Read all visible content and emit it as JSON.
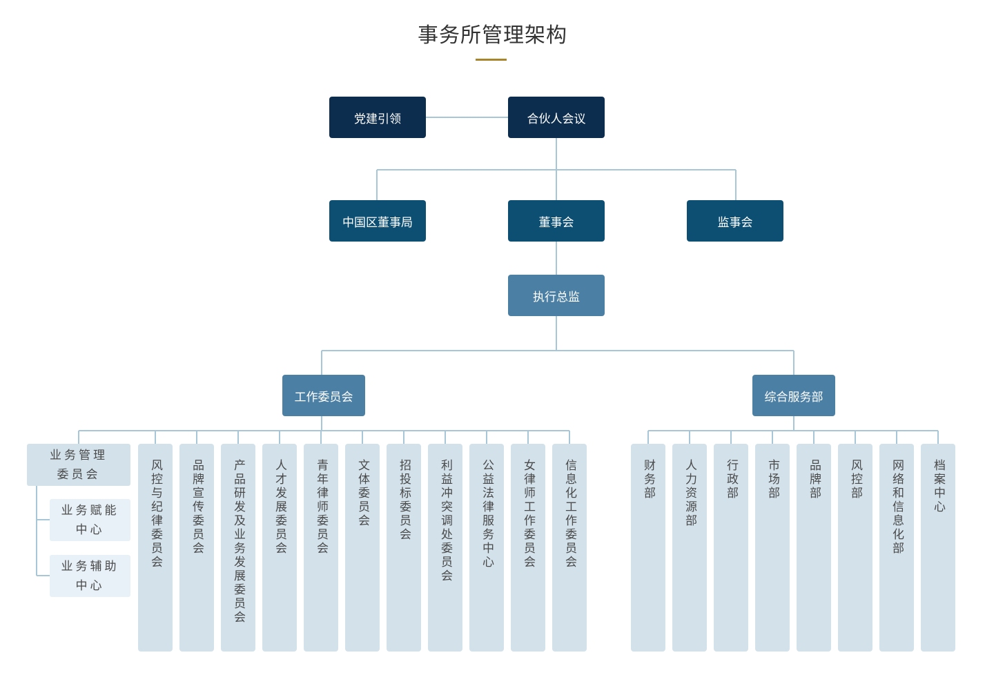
{
  "title": "事务所管理架构",
  "colors": {
    "dark": "#0c2d4d",
    "mid": "#0d4f73",
    "light": "#4b7fa3",
    "column": "#d2e1ea",
    "sub_column": "#e7f1f7",
    "connector": "#a7c7d9",
    "accent": "#a8852b"
  },
  "top": {
    "party": "党建引领",
    "partners": "合伙人会议"
  },
  "level2": {
    "china_board": "中国区董事局",
    "board": "董事会",
    "supervisory": "监事会"
  },
  "executive": "执行总监",
  "branches": {
    "committees": "工作委员会",
    "services": "综合服务部"
  },
  "business_management": {
    "label_line1": "业务管理",
    "label_line2": "委员会",
    "sub": [
      {
        "line1": "业务赋能",
        "line2": "中心"
      },
      {
        "line1": "业务辅助",
        "line2": "中心"
      }
    ]
  },
  "committees": [
    "风控与纪律委员会",
    "品牌宣传委员会",
    "产品研发及业务发展委员会",
    "人才发展委员会",
    "青年律师委员会",
    "文体委员会",
    "招投标委员会",
    "利益冲突调处委员会",
    "公益法律服务中心",
    "女律师工作委员会",
    "信息化工作委员会"
  ],
  "departments": [
    "财务部",
    "人力资源部",
    "行政部",
    "市场部",
    "品牌部",
    "风控部",
    "网络和信息化部",
    "档案中心"
  ]
}
